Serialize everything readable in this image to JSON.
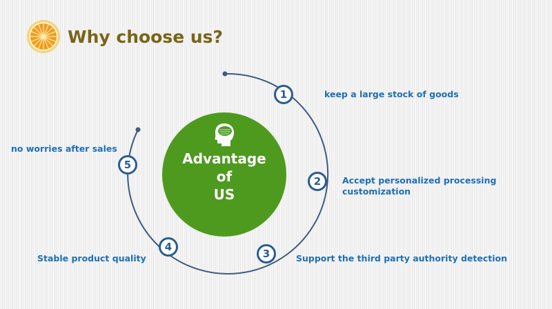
{
  "header": {
    "title": "Why choose us?",
    "logo_icon": "orange-slice-icon"
  },
  "center": {
    "lines": [
      "Advantage",
      "of",
      "US"
    ],
    "icon": "brain-head-icon",
    "color": "#4e9a1e"
  },
  "nodes": [
    {
      "number": "1",
      "label": "keep a large stock of goods"
    },
    {
      "number": "2",
      "label": "Accept personalized processing customization"
    },
    {
      "number": "3",
      "label": "Support the third party authority detection"
    },
    {
      "number": "4",
      "label": "Stable product quality"
    },
    {
      "number": "5",
      "label": "no worries after sales"
    }
  ],
  "colors": {
    "title": "#7a6517",
    "node_border": "#2a5c90",
    "label": "#1e6fb5",
    "ring": "#3d5a80"
  }
}
